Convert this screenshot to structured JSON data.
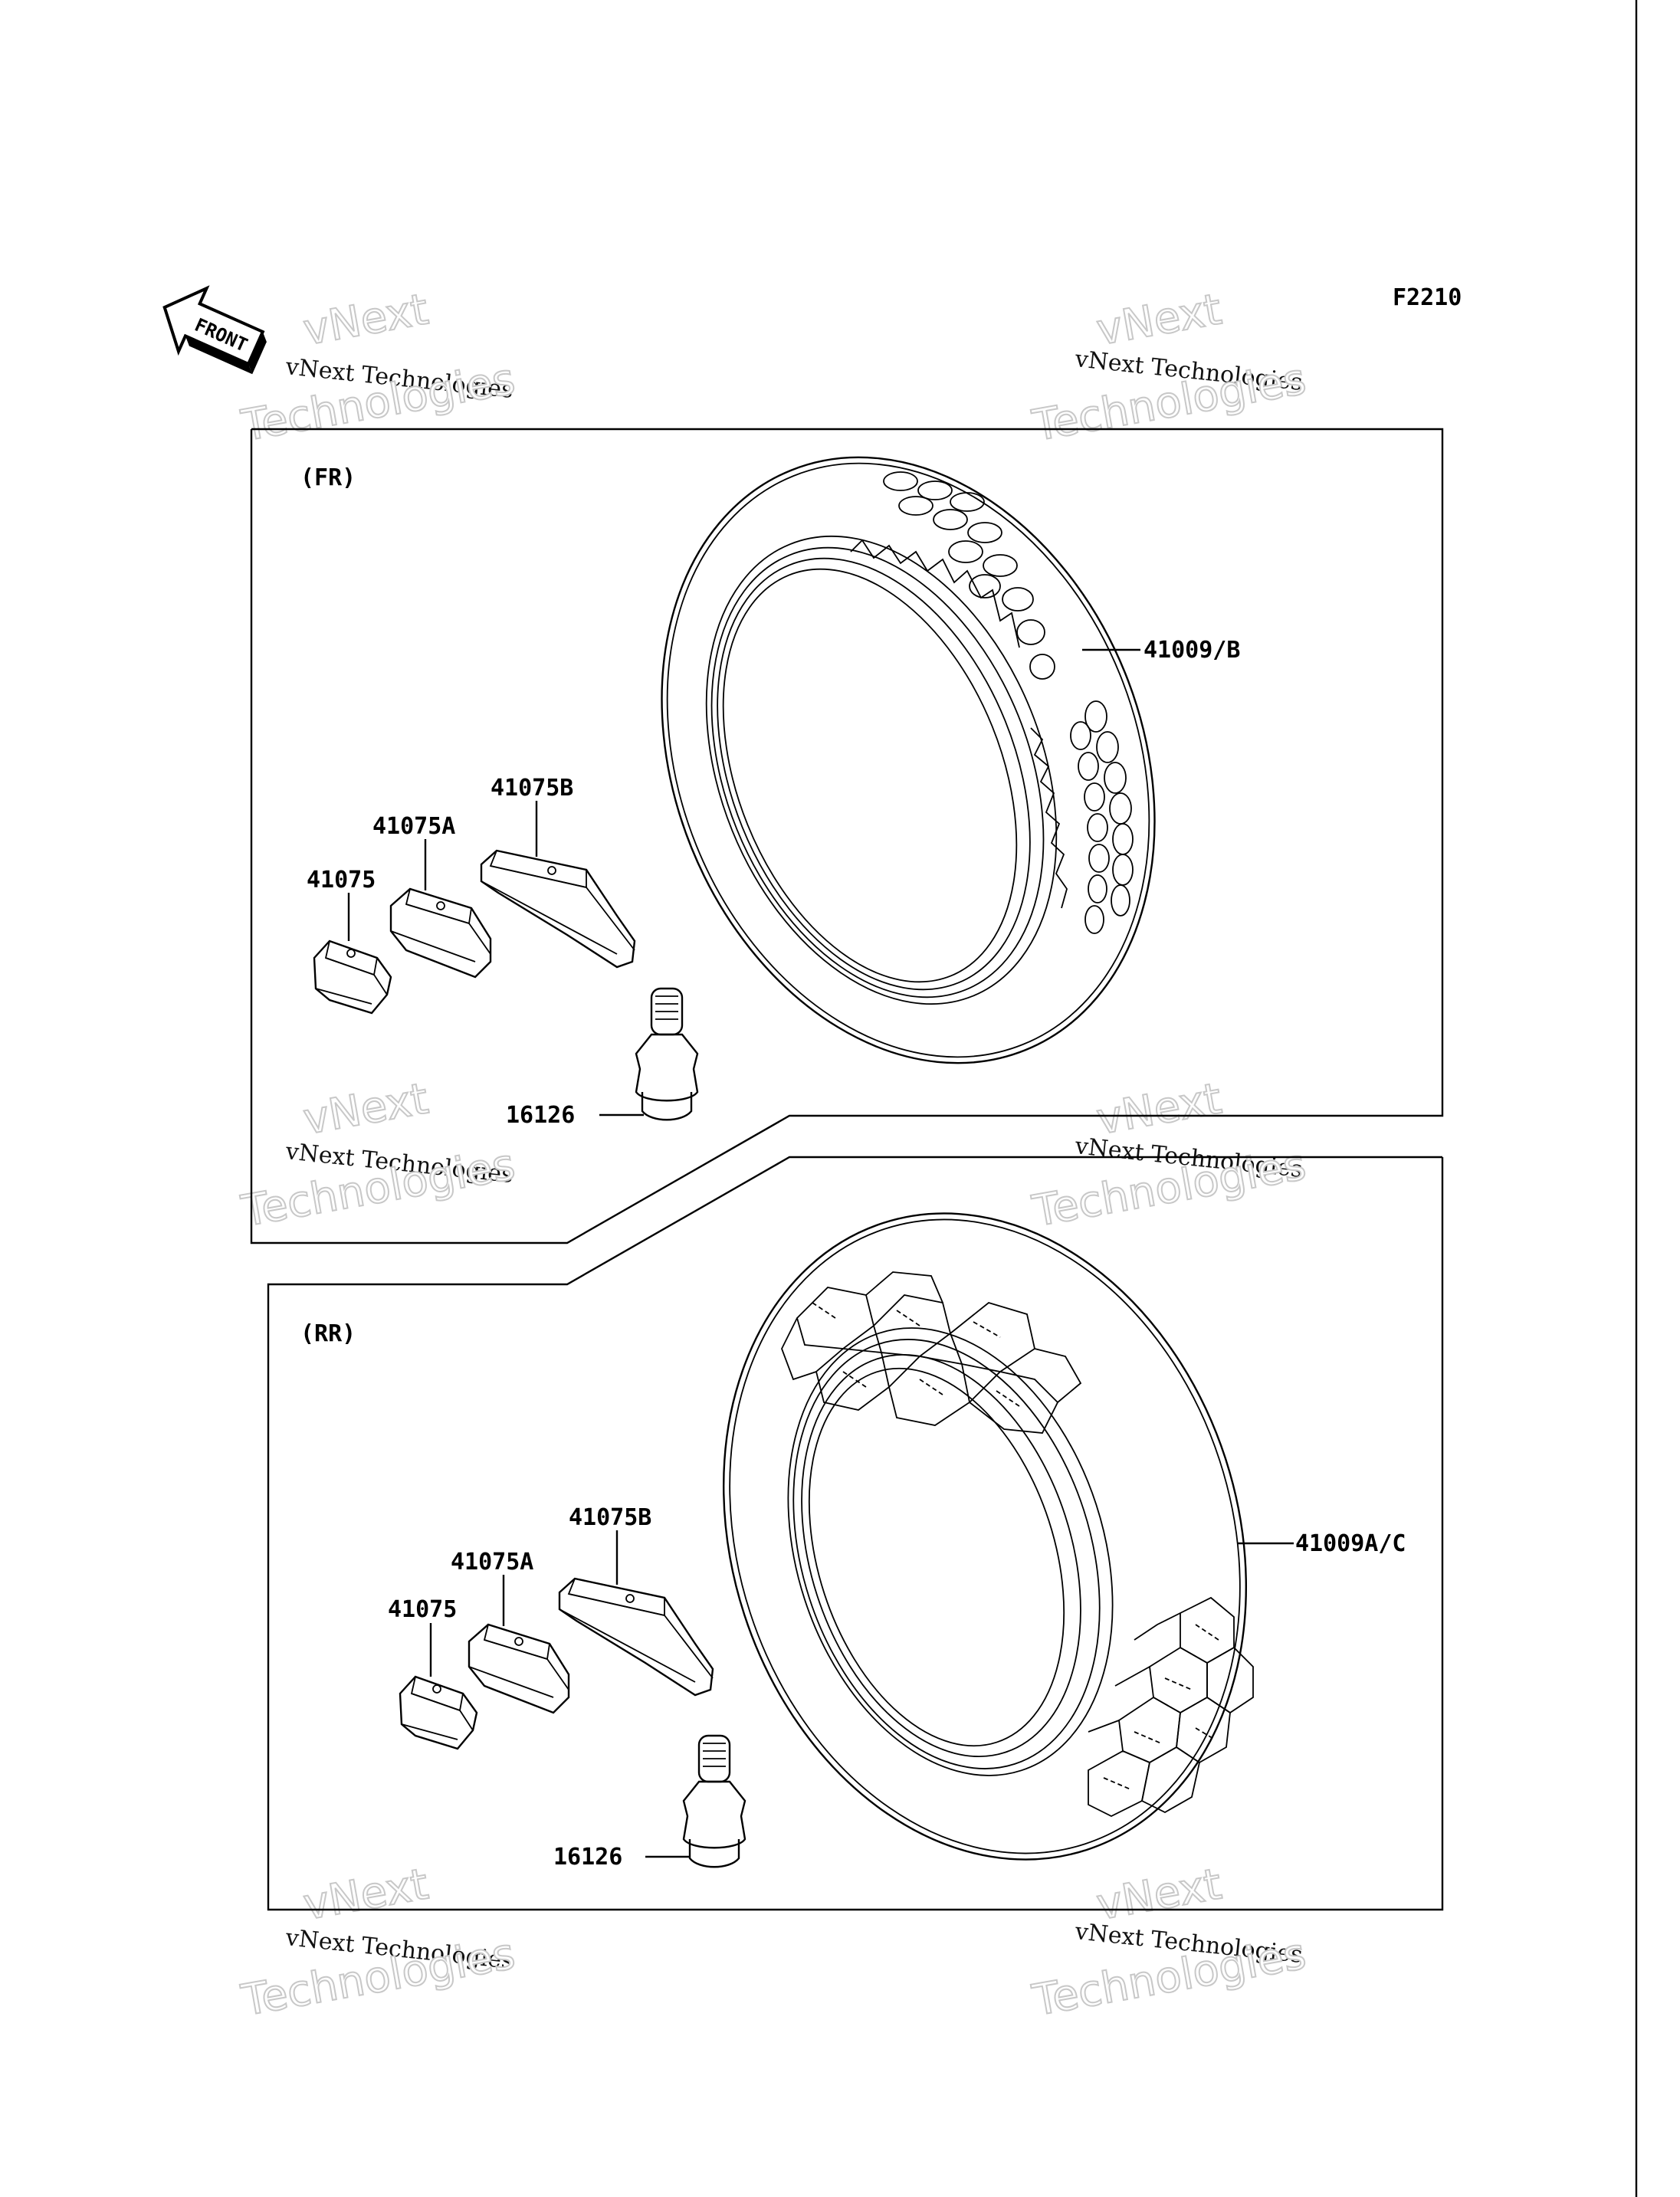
{
  "figure_code": "F2210",
  "front_arrow_label": "FRONT",
  "watermark": {
    "line1": "vNext Technologies",
    "line2": "vNext",
    "line3": "Technologies"
  },
  "front_group": {
    "label": "(FR)",
    "parts": {
      "tire": "41009/B",
      "weight": "41075",
      "weight_a": "41075A",
      "weight_b": "41075B",
      "valve": "16126"
    }
  },
  "rear_group": {
    "label": "(RR)",
    "parts": {
      "tire": "41009A/C",
      "weight": "41075",
      "weight_a": "41075A",
      "weight_b": "41075B",
      "valve": "16126"
    }
  }
}
